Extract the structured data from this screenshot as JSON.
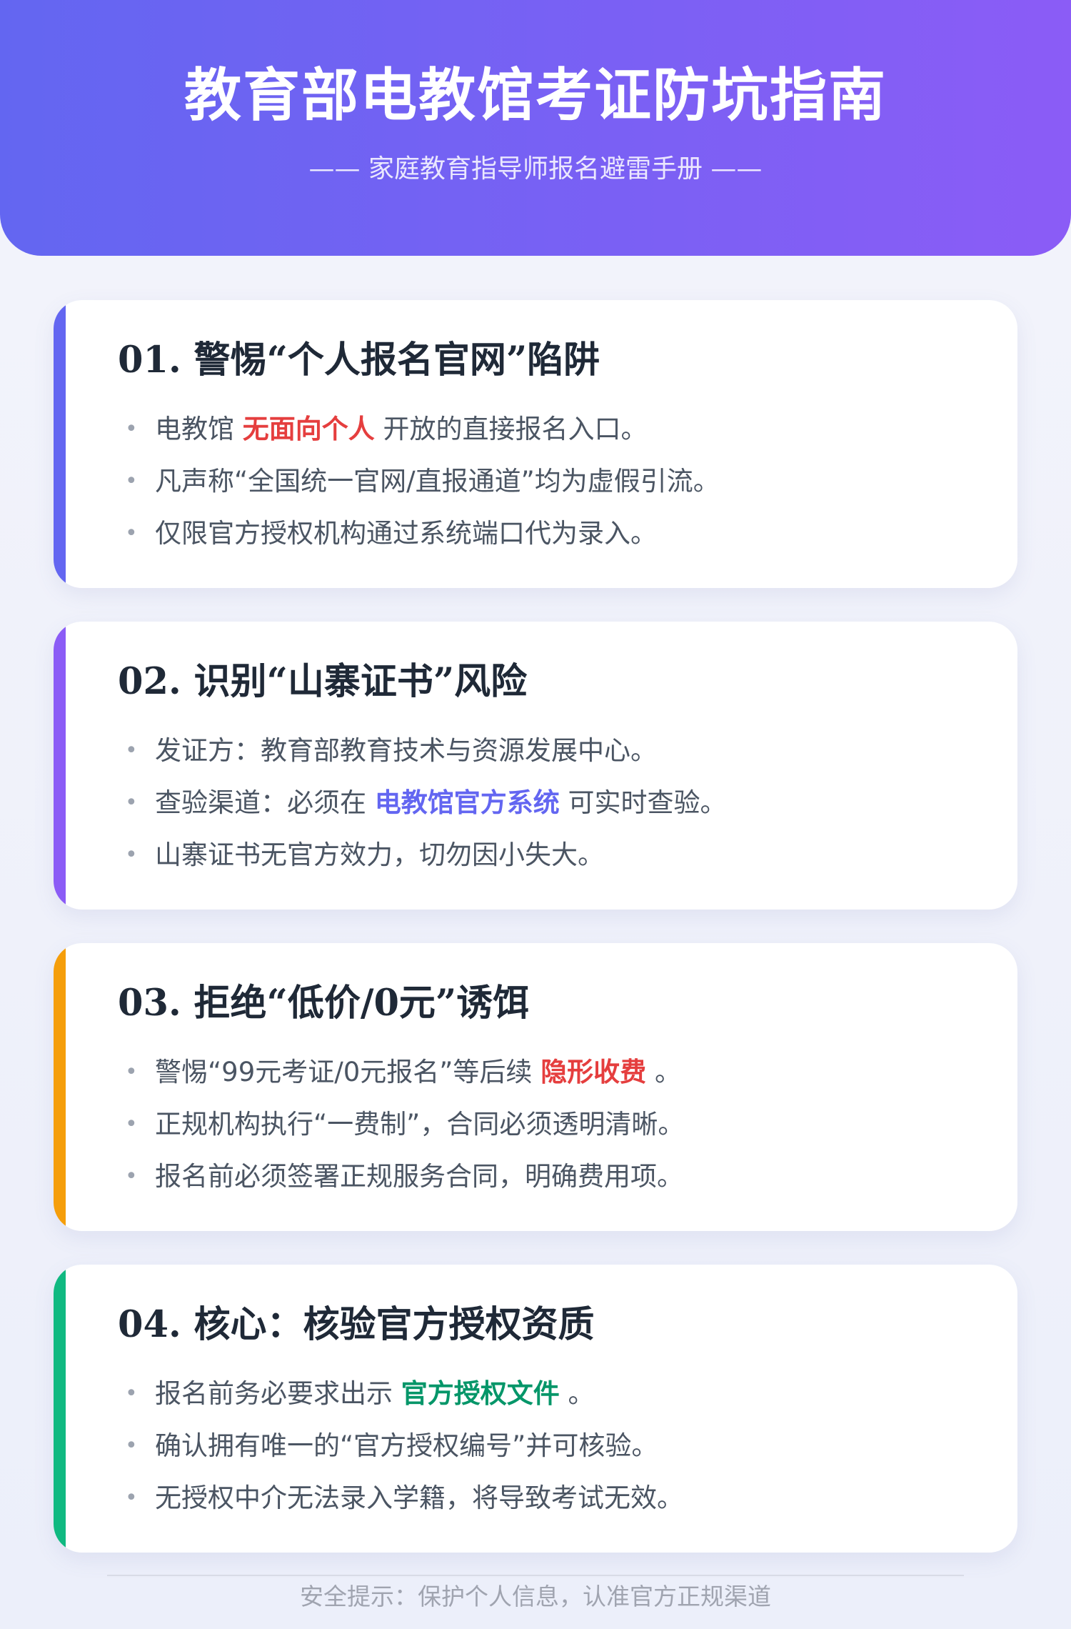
{
  "header": {
    "title": "教育部电教馆考证防坑指南",
    "subtitle": "—— 家庭教育指导师报名避雷手册 ——"
  },
  "colors": {
    "header_gradient": [
      "#6366f1",
      "#8b5cf6"
    ],
    "card1_accent": "#6366f1",
    "card2_accent": "#8b5cf6",
    "card3_accent": "#f59e0b",
    "card4_accent": "#10b981",
    "highlight_red": "#e53e3e",
    "highlight_blue": "#6366f1",
    "highlight_green": "#059669"
  },
  "cards": [
    {
      "title": "01. 警惕“个人报名官网”陷阱",
      "items": [
        {
          "before": "电教馆 ",
          "highlight": "无面向个人",
          "after": " 开放的直接报名入口。"
        },
        {
          "before": "凡声称“全国统一官网/直报通道”均为虚假引流。",
          "highlight": "",
          "after": ""
        },
        {
          "before": "仅限官方授权机构通过系统端口代为录入。",
          "highlight": "",
          "after": ""
        }
      ]
    },
    {
      "title": "02. 识别“山寨证书”风险",
      "items": [
        {
          "before": "发证方：教育部教育技术与资源发展中心。",
          "highlight": "",
          "after": ""
        },
        {
          "before": "查验渠道：必须在 ",
          "highlight": "电教馆官方系统",
          "after": " 可实时查验。"
        },
        {
          "before": "山寨证书无官方效力，切勿因小失大。",
          "highlight": "",
          "after": ""
        }
      ]
    },
    {
      "title": "03. 拒绝“低价/0元”诱饵",
      "items": [
        {
          "before": "警惕“99元考证/0元报名”等后续 ",
          "highlight": "隐形收费",
          "after": " 。"
        },
        {
          "before": "正规机构执行“一费制”，合同必须透明清晰。",
          "highlight": "",
          "after": ""
        },
        {
          "before": "报名前必须签署正规服务合同，明确费用项。",
          "highlight": "",
          "after": ""
        }
      ]
    },
    {
      "title": "04. 核心：核验官方授权资质",
      "items": [
        {
          "before": "报名前务必要求出示 ",
          "highlight": "官方授权文件",
          "after": " 。"
        },
        {
          "before": "确认拥有唯一的“官方授权编号”并可核验。",
          "highlight": "",
          "after": ""
        },
        {
          "before": "无授权中介无法录入学籍，将导致考试无效。",
          "highlight": "",
          "after": ""
        }
      ]
    }
  ],
  "footer": {
    "text": "安全提示：保护个人信息，认准官方正规渠道"
  }
}
